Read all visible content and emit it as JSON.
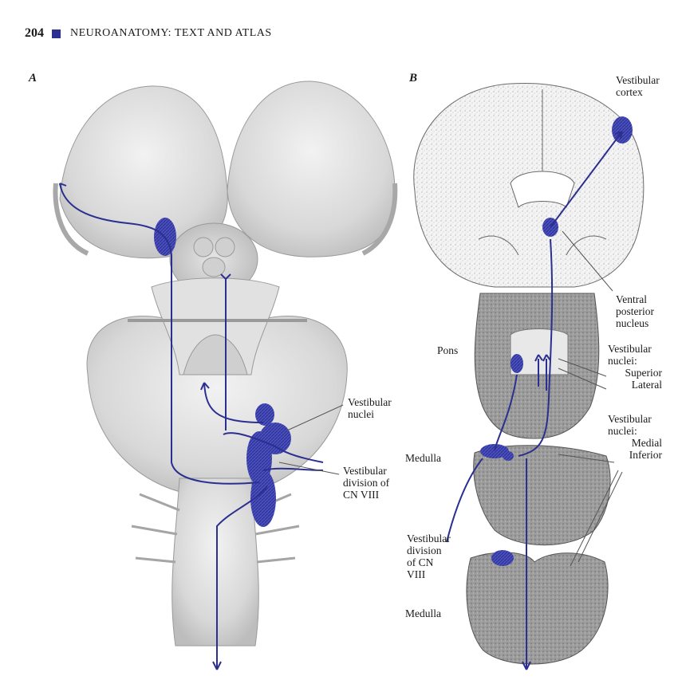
{
  "header": {
    "page_number": "204",
    "running_title": "NEUROANATOMY: TEXT AND ATLAS"
  },
  "panels": {
    "a": {
      "label": "A"
    },
    "b": {
      "label": "B"
    }
  },
  "labels_a": {
    "vestibular_nuclei": [
      "Vestibular",
      "nuclei"
    ],
    "vestibular_division": [
      "Vestibular",
      "division of",
      "CN VIII"
    ]
  },
  "labels_b": {
    "vestibular_cortex": [
      "Vestibular",
      "cortex"
    ],
    "ventral_posterior_nucleus": [
      "Ventral",
      "posterior",
      "nucleus"
    ],
    "pons": "Pons",
    "vestibular_nuclei_pons": [
      "Vestibular",
      "nuclei:",
      "Superior",
      "Lateral"
    ],
    "vestibular_nuclei_medulla": [
      "Vestibular",
      "nuclei:",
      "Medial",
      "Inferior"
    ],
    "medulla_upper": "Medulla",
    "vestibular_division": [
      "Vestibular",
      "division",
      "of CN",
      "VIII"
    ],
    "medulla_lower": "Medulla"
  },
  "colors": {
    "pathway": "#2b2f8f",
    "nuclei_fill": "#3a3fb0",
    "tissue": "#d9d9d9",
    "section": "#8a8a8a"
  }
}
